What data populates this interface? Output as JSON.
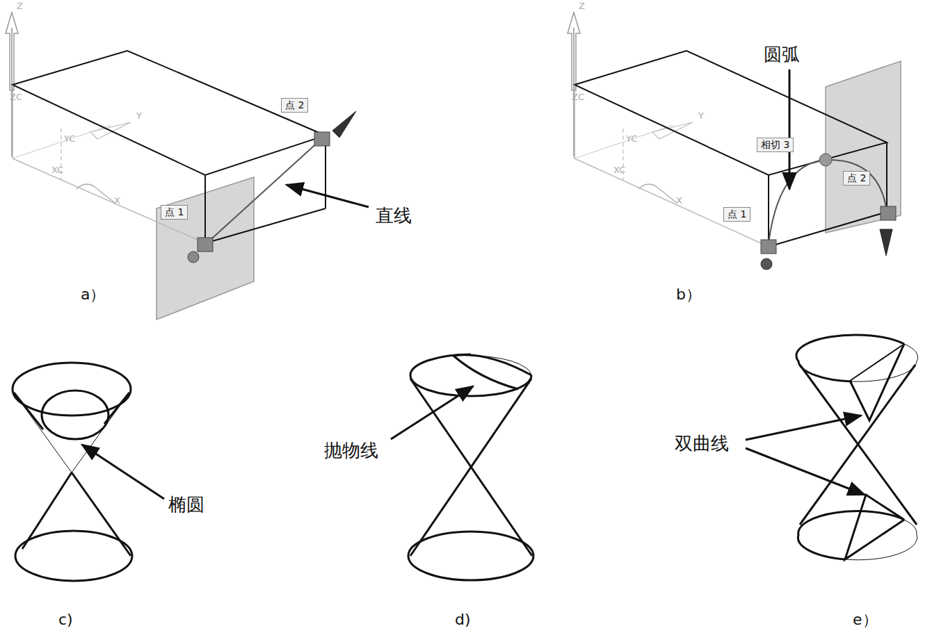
{
  "diagram": {
    "nodes": [
      {
        "text": [
          "点 2"
        ]
      },
      {
        "text": [
          "点 1"
        ]
      },
      {
        "text": [
          "相切 3"
        ]
      },
      {
        "text": [
          "点 2"
        ]
      },
      {
        "text": [
          "点 1"
        ]
      }
    ],
    "labels": [
      "Z",
      "ZC",
      "Y",
      "YC",
      "XC",
      "X",
      "直线",
      "a）",
      "Z",
      "ZC",
      "Y",
      "YC",
      "XC",
      "X",
      "圆弧",
      "b）",
      "椭圆",
      "c)",
      "抛物线",
      "d)",
      "双曲线",
      "e）"
    ]
  }
}
